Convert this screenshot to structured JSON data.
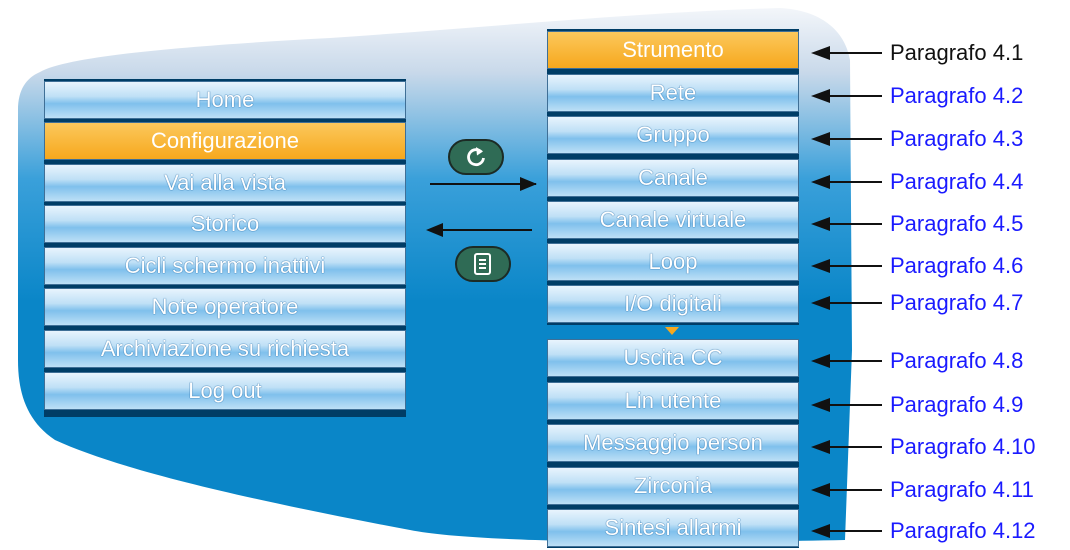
{
  "left_menu": {
    "items": [
      "Home",
      "Configurazione",
      "Vai alla vista",
      "Storico",
      "Cicli schermo inattivi",
      "Note operatore",
      "Archiviazione su richiesta",
      "Log out"
    ],
    "selected": "Configurazione"
  },
  "right_menu": {
    "items": [
      "Strumento",
      "Rete",
      "Gruppo",
      "Canale",
      "Canale virtuale",
      "Loop",
      "I/O digitali",
      "Uscita CC",
      "Lin utente",
      "Messaggio person",
      "Zirconia",
      "Sintesi allarmi"
    ],
    "selected": "Strumento"
  },
  "references": [
    "Paragrafo 4.1",
    "Paragrafo 4.2",
    "Paragrafo 4.3",
    "Paragrafo 4.4",
    "Paragrafo 4.5",
    "Paragrafo 4.6",
    "Paragrafo 4.7",
    "Paragrafo 4.8",
    "Paragrafo 4.9",
    "Paragrafo 4.10",
    "Paragrafo 4.11",
    "Paragrafo 4.12"
  ],
  "colors": {
    "background_blue": "#0a86c8",
    "selected_orange": "#f7a81d",
    "link_blue": "#1a1aff",
    "reference_black": "#111111"
  },
  "icons": {
    "scroll_button": "refresh-icon",
    "page_button": "page-icon",
    "more_indicator": "triangle-down-icon"
  }
}
